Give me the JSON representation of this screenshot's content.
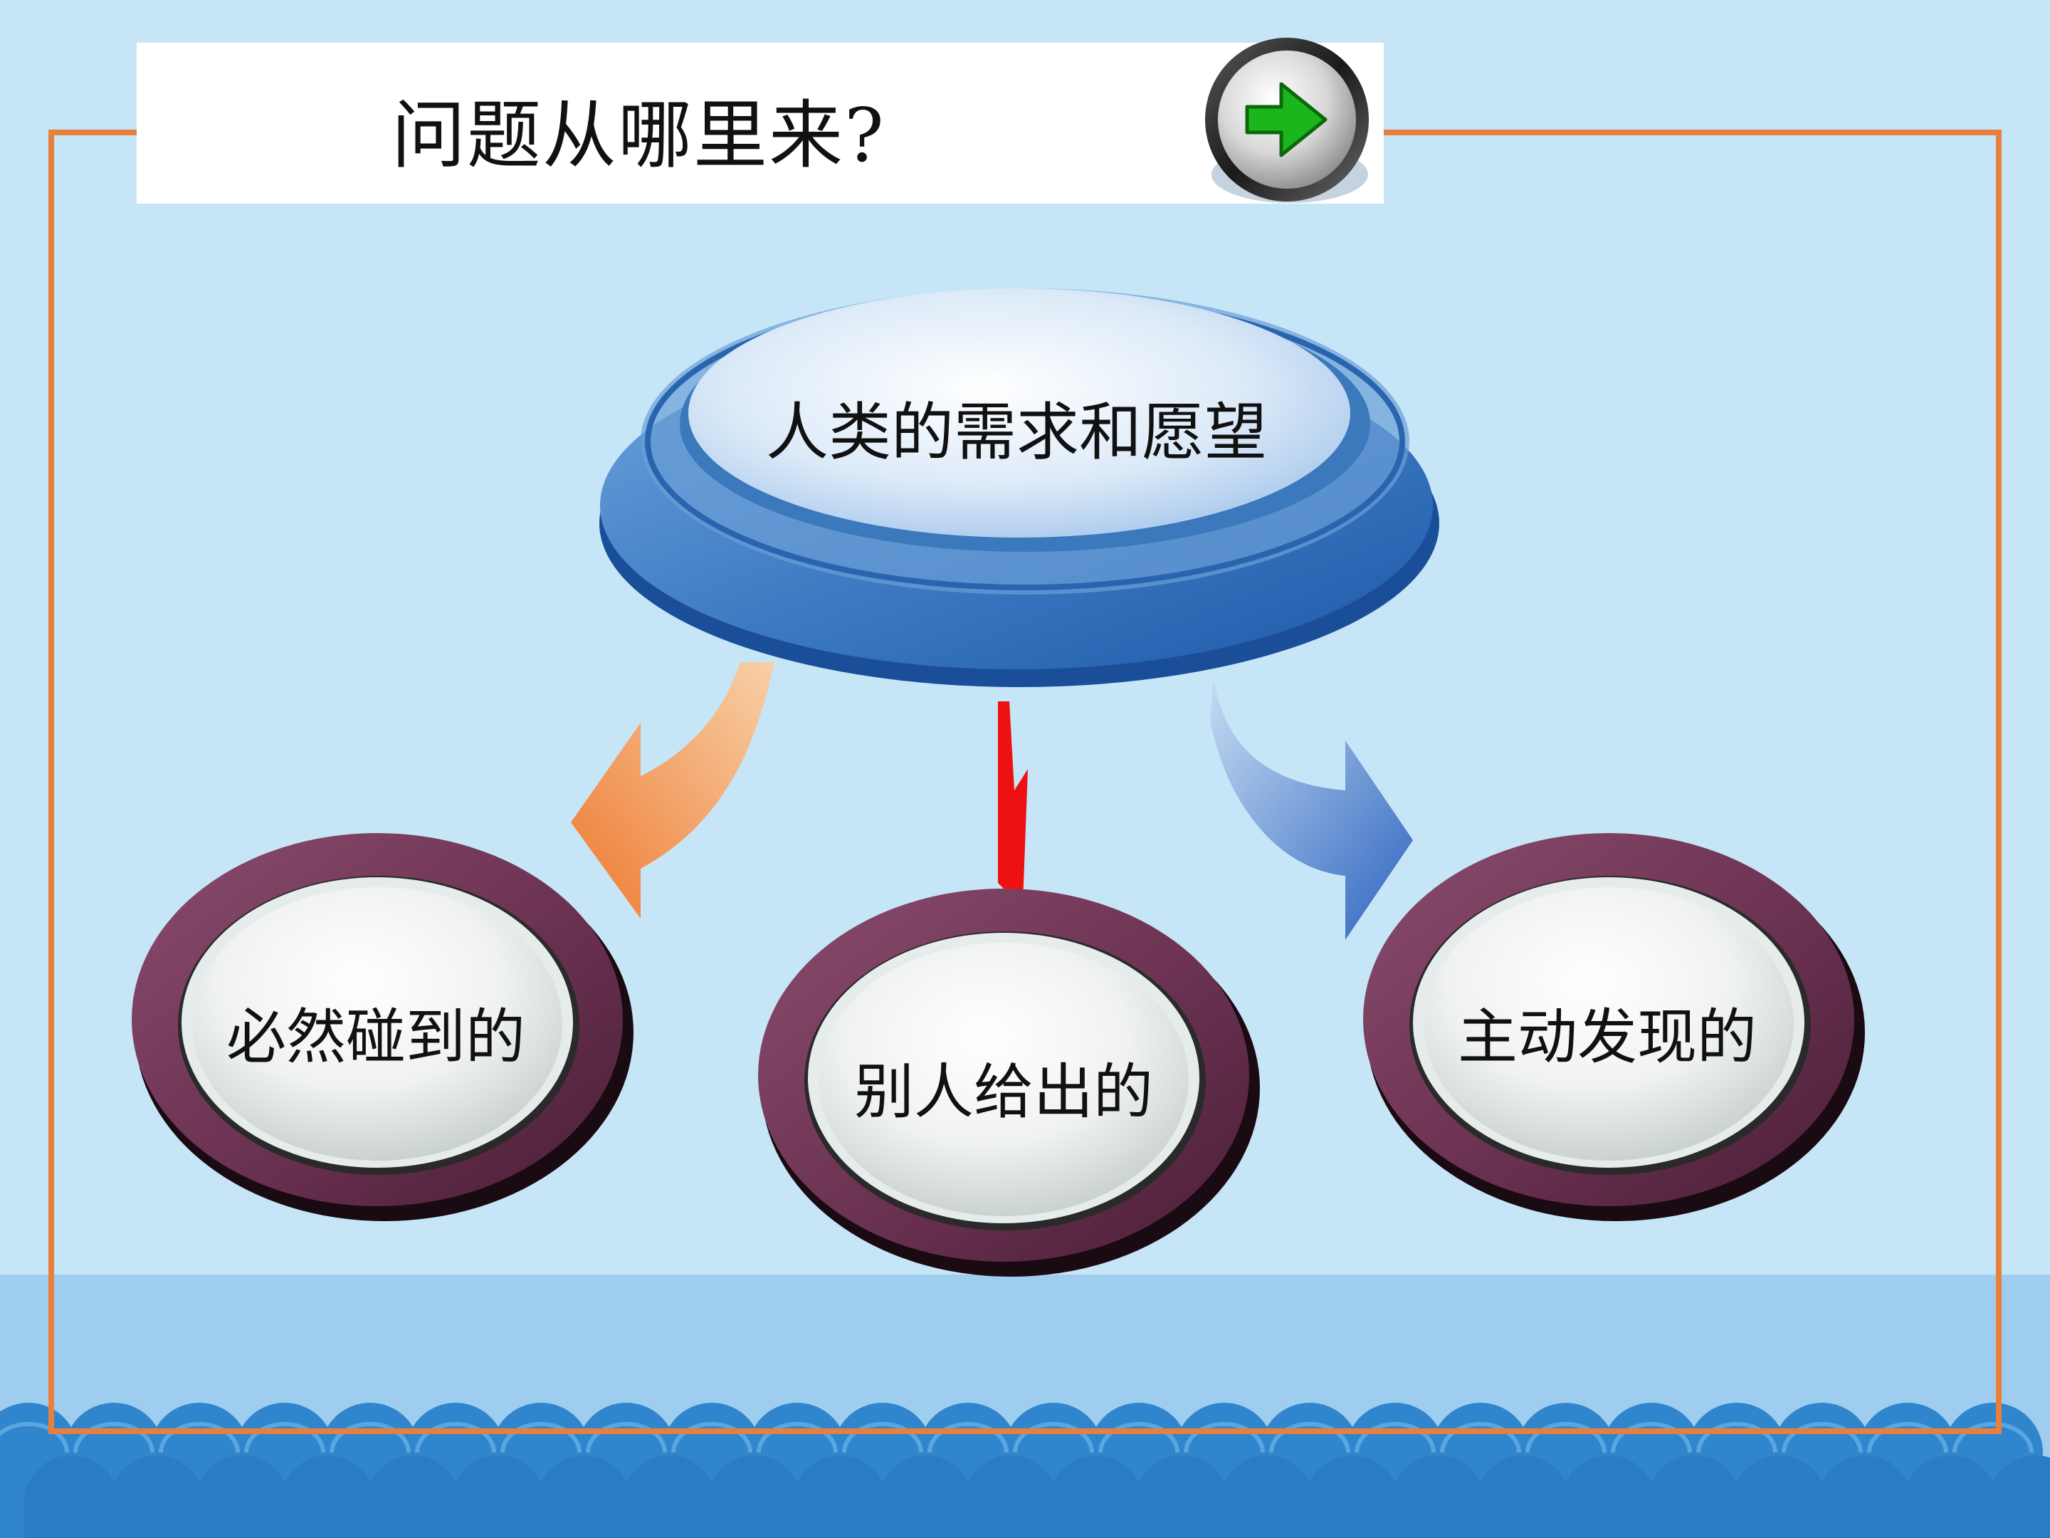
{
  "slide": {
    "title": "问题从哪里来?",
    "next_button": {
      "icon": "arrow-right-icon"
    }
  },
  "diagram": {
    "root": {
      "label": "人类的需求和愿望"
    },
    "children": [
      {
        "label": "必然碰到的",
        "arrow_color": "#ee8a4c"
      },
      {
        "label": "别人给出的",
        "arrow_color": "#ee1111"
      },
      {
        "label": "主动发现的",
        "arrow_color": "#3e72c8"
      }
    ]
  },
  "colors": {
    "background": "#c6e6f8",
    "frame": "#e8803c",
    "root_disc": "#4a86c8",
    "child_ring": "#7a3c5c",
    "wave": "#2f86cc"
  }
}
